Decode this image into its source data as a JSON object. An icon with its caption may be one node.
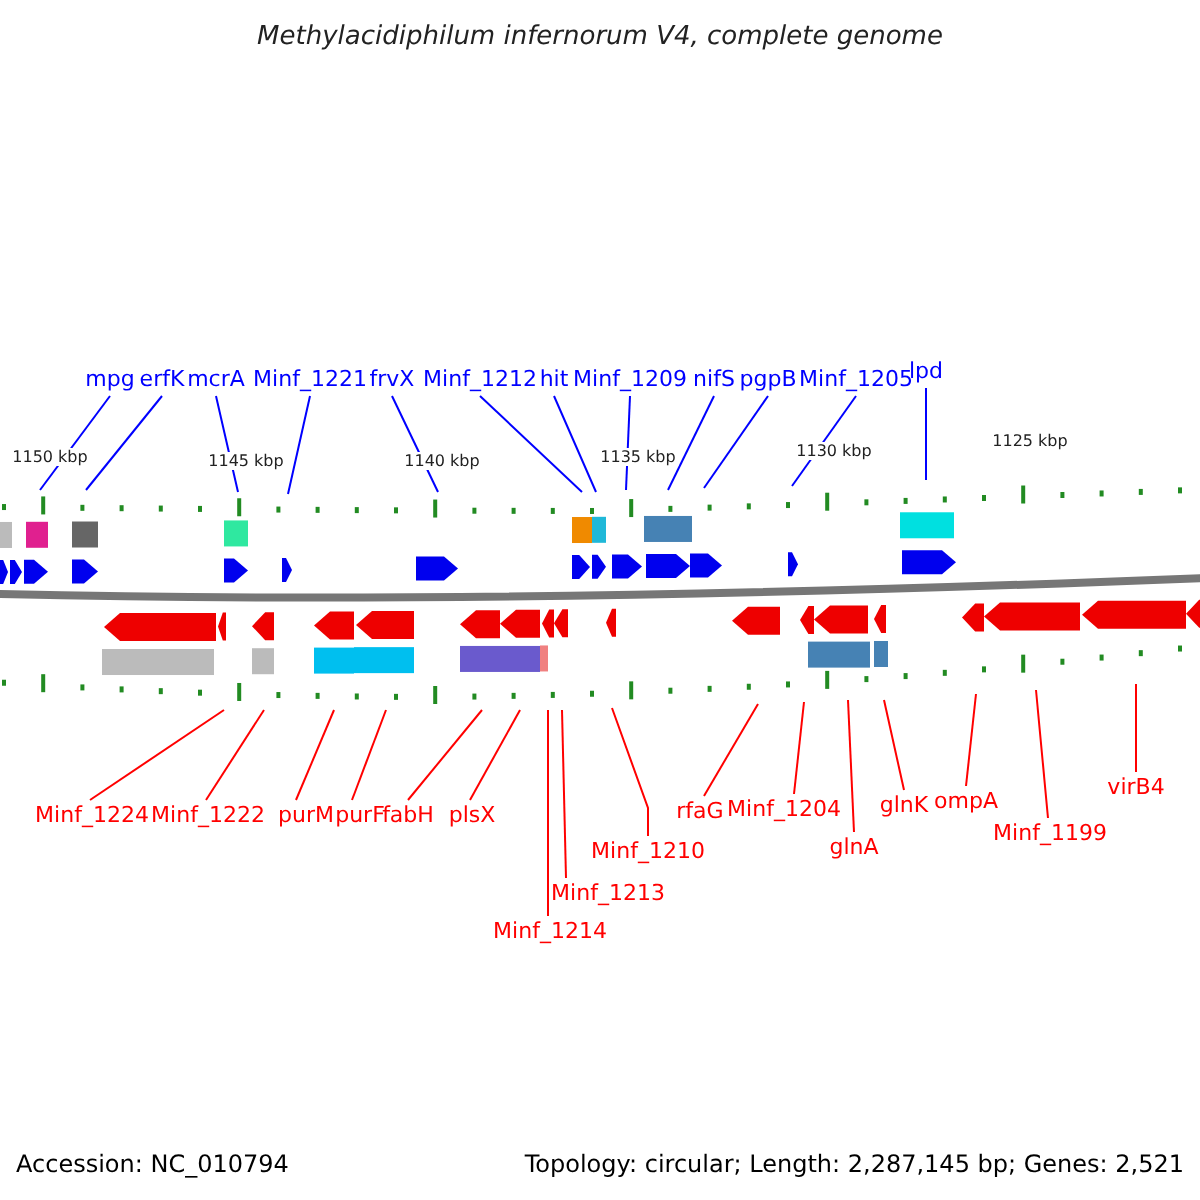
{
  "diagram": {
    "title": "Methylacidiphilum infernorum V4, complete genome",
    "nodes": [
      {
        "text": [
          "mpg"
        ]
      },
      {
        "text": [
          "erfK"
        ]
      },
      {
        "text": [
          "mcrA"
        ]
      },
      {
        "text": [
          "Minf_1221"
        ]
      },
      {
        "text": [
          "frvX"
        ]
      },
      {
        "text": [
          "Minf_1212"
        ]
      },
      {
        "text": [
          "hit"
        ]
      },
      {
        "text": [
          "Minf_1209"
        ]
      },
      {
        "text": [
          "nifS"
        ]
      },
      {
        "text": [
          "pgpB"
        ]
      },
      {
        "text": [
          "Minf_1205"
        ]
      },
      {
        "text": [
          "lpd"
        ]
      },
      {
        "text": [
          "Minf_1224"
        ]
      },
      {
        "text": [
          "Minf_1222"
        ]
      },
      {
        "text": [
          "purM"
        ]
      },
      {
        "text": [
          "purF"
        ]
      },
      {
        "text": [
          "fabH"
        ]
      },
      {
        "text": [
          "plsX"
        ]
      },
      {
        "text": [
          "Minf_1213"
        ]
      },
      {
        "text": [
          "Minf_1214"
        ]
      },
      {
        "text": [
          "Minf_1210"
        ]
      },
      {
        "text": [
          "rfaG"
        ]
      },
      {
        "text": [
          "Minf_1204"
        ]
      },
      {
        "text": [
          "glnA"
        ]
      },
      {
        "text": [
          "glnK"
        ]
      },
      {
        "text": [
          "ompA"
        ]
      },
      {
        "text": [
          "Minf_1199"
        ]
      },
      {
        "text": [
          "virB4"
        ]
      }
    ],
    "edges": [
      {
        "from": 0,
        "to": null,
        "arrow": "none",
        "color": "#0000ff"
      },
      {
        "from": 1,
        "to": null,
        "arrow": "none",
        "color": "#0000ff"
      },
      {
        "from": 2,
        "to": null,
        "arrow": "none",
        "color": "#0000ff"
      },
      {
        "from": 3,
        "to": null,
        "arrow": "none",
        "color": "#0000ff"
      },
      {
        "from": 4,
        "to": null,
        "arrow": "none",
        "color": "#0000ff"
      },
      {
        "from": 5,
        "to": null,
        "arrow": "none",
        "color": "#0000ff"
      },
      {
        "from": 6,
        "to": null,
        "arrow": "none",
        "color": "#0000ff"
      },
      {
        "from": 7,
        "to": null,
        "arrow": "none",
        "color": "#0000ff"
      },
      {
        "from": 8,
        "to": null,
        "arrow": "none",
        "color": "#0000ff"
      },
      {
        "from": 9,
        "to": null,
        "arrow": "none",
        "color": "#0000ff"
      },
      {
        "from": 10,
        "to": null,
        "arrow": "none",
        "color": "#0000ff"
      },
      {
        "from": 11,
        "to": null,
        "arrow": "none",
        "color": "#0000ff"
      },
      {
        "from": 12,
        "to": null,
        "arrow": "none"
      },
      {
        "from": 13,
        "to": null,
        "arrow": "none"
      },
      {
        "from": 14,
        "to": null,
        "arrow": "none"
      },
      {
        "from": 15,
        "to": null,
        "arrow": "none"
      },
      {
        "from": 16,
        "to": null,
        "arrow": "none"
      },
      {
        "from": 17,
        "to": null,
        "arrow": "none"
      },
      {
        "from": 18,
        "to": null,
        "arrow": "none"
      },
      {
        "from": 19,
        "to": null,
        "arrow": "none"
      },
      {
        "from": 20,
        "to": null,
        "arrow": "none"
      },
      {
        "from": 21,
        "to": null,
        "arrow": "none"
      },
      {
        "from": 22,
        "to": null,
        "arrow": "none"
      },
      {
        "from": 23,
        "to": null,
        "arrow": "none"
      },
      {
        "from": 24,
        "to": null,
        "arrow": "none"
      },
      {
        "from": 25,
        "to": null,
        "arrow": "none"
      },
      {
        "from": 26,
        "to": null,
        "arrow": "none"
      },
      {
        "from": 27,
        "to": null,
        "arrow": "none"
      }
    ],
    "labels": [
      "1150 kbp",
      "1145 kbp",
      "1140 kbp",
      "1135 kbp",
      "1130 kbp",
      "1125 kbp",
      "Accession: NC_010794",
      "Topology: circular; Length: 2,287,145 bp; Genes: 2,521"
    ]
  }
}
